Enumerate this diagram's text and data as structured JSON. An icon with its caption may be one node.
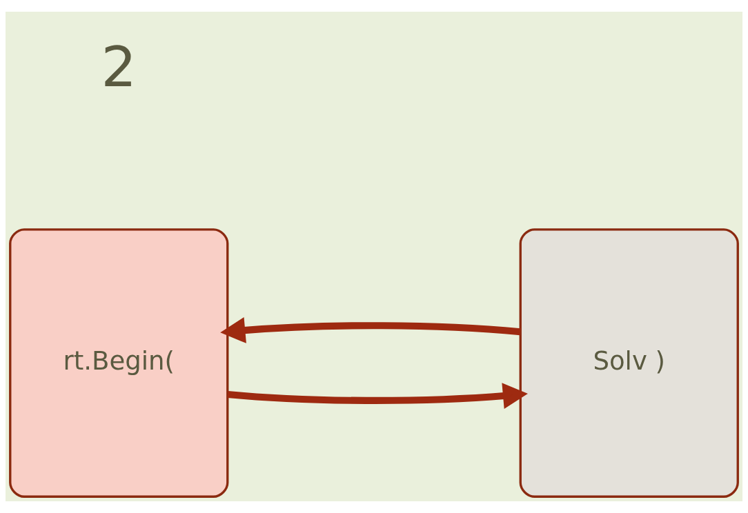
{
  "diagram": {
    "nodes": [
      {
        "text": [
          "rt.Begin("
        ]
      },
      {
        "text": [
          "Solv )"
        ]
      }
    ],
    "edges": [
      {
        "from": 1,
        "to": 0,
        "arrow": "to"
      },
      {
        "from": 0,
        "to": 1,
        "arrow": "to"
      }
    ],
    "labels": [
      "2"
    ]
  }
}
